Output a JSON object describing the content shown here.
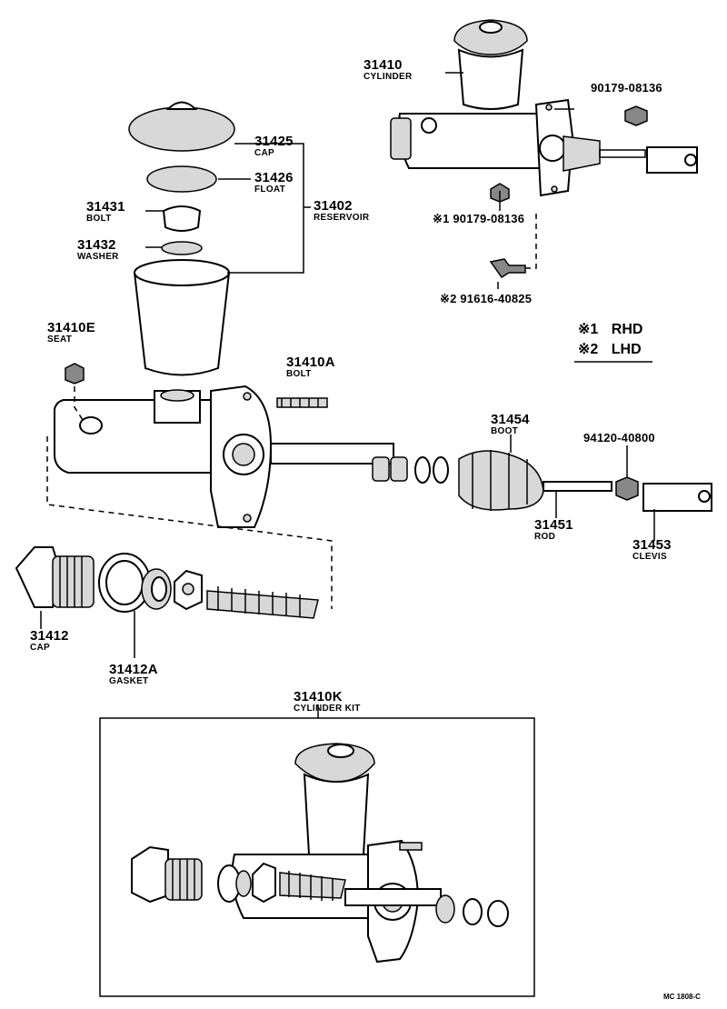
{
  "parts": {
    "p31410": {
      "number": "31410",
      "name": "CYLINDER"
    },
    "p90179a": {
      "number": "90179-08136",
      "name": ""
    },
    "p90179b": {
      "number": "※1 90179-08136",
      "name": ""
    },
    "p91616": {
      "number": "※2 91616-40825",
      "name": ""
    },
    "p31425": {
      "number": "31425",
      "name": "CAP"
    },
    "p31426": {
      "number": "31426",
      "name": "FLOAT"
    },
    "p31402": {
      "number": "31402",
      "name": "RESERVOIR"
    },
    "p31431": {
      "number": "31431",
      "name": "BOLT"
    },
    "p31432": {
      "number": "31432",
      "name": "WASHER"
    },
    "p31410E": {
      "number": "31410E",
      "name": "SEAT"
    },
    "p31410A": {
      "number": "31410A",
      "name": "BOLT"
    },
    "p31454": {
      "number": "31454",
      "name": "BOOT"
    },
    "p94120": {
      "number": "94120-40800",
      "name": ""
    },
    "p31451": {
      "number": "31451",
      "name": "ROD"
    },
    "p31453": {
      "number": "31453",
      "name": "CLEVIS"
    },
    "p31412": {
      "number": "31412",
      "name": "CAP"
    },
    "p31412A": {
      "number": "31412A",
      "name": "GASKET"
    },
    "p31410K": {
      "number": "31410K",
      "name": "CYLINDER KIT"
    }
  },
  "legend": {
    "rhd": {
      "mark": "※1",
      "text": "RHD"
    },
    "lhd": {
      "mark": "※2",
      "text": "LHD"
    }
  },
  "footer": {
    "code": "MC 1808-C"
  }
}
